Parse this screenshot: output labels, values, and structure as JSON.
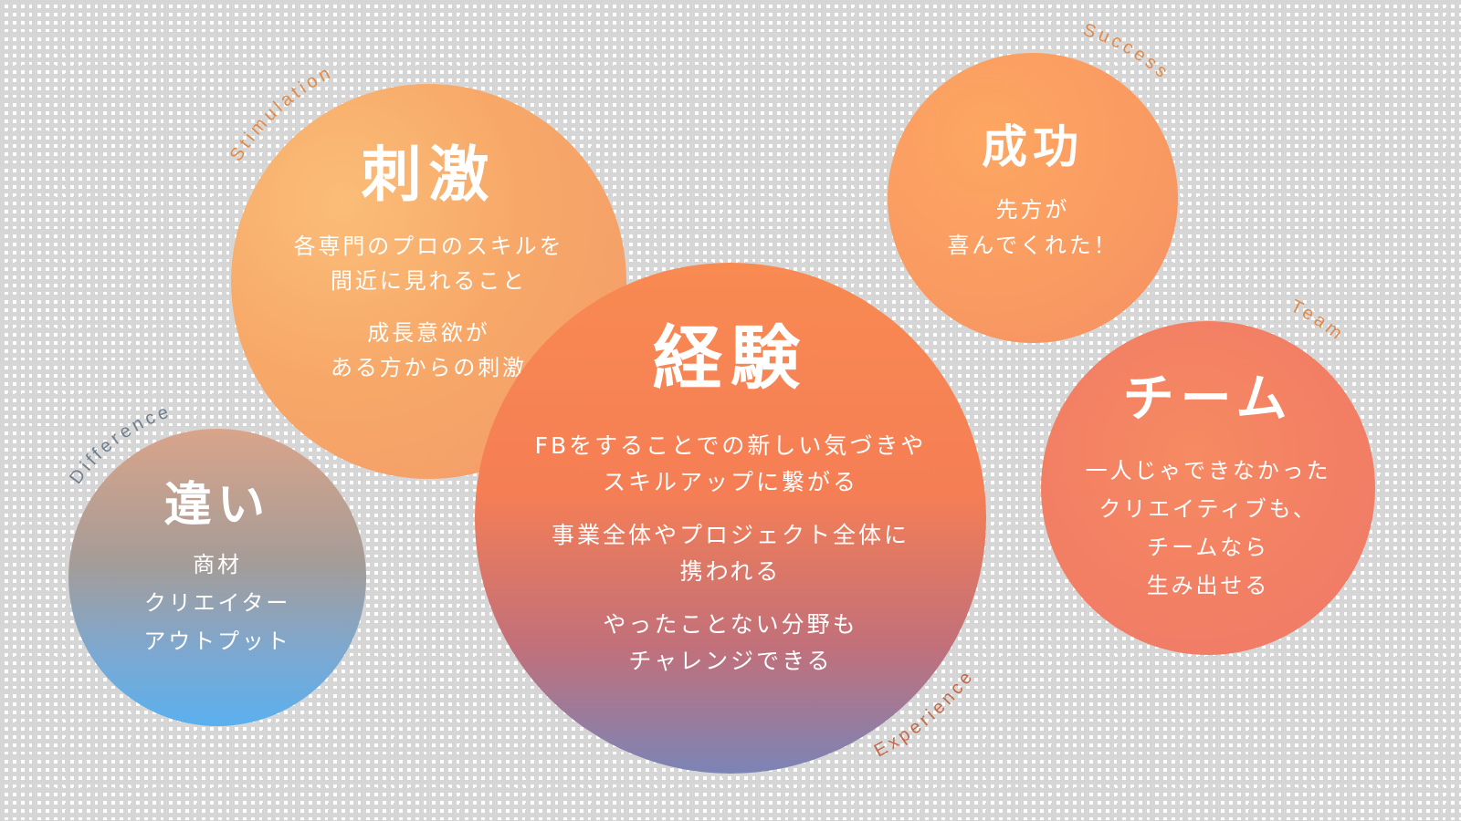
{
  "colors": {
    "orange_label": "#e08a4a",
    "blue_label": "#6f7f8f",
    "experience_label": "#c26a4a"
  },
  "circles": {
    "stimulation": {
      "label_en": "Stimulation",
      "title": "刺激",
      "paragraphs": [
        [
          "各専門のプロのスキルを",
          "間近に見れること"
        ],
        [
          "成長意欲が",
          "ある方からの刺激"
        ]
      ]
    },
    "experience": {
      "label_en": "Experience",
      "title": "経験",
      "paragraphs": [
        [
          "FBをすることでの新しい気づきや",
          "スキルアップに繋がる"
        ],
        [
          "事業全体やプロジェクト全体に",
          "携われる"
        ],
        [
          "やったことない分野も",
          "チャレンジできる"
        ]
      ]
    },
    "success": {
      "label_en": "Success",
      "title": "成功",
      "paragraphs": [
        [
          "先方が",
          "喜んでくれた！"
        ]
      ]
    },
    "team": {
      "label_en": "Team",
      "title": "チーム",
      "paragraphs": [
        [
          "一人じゃできなかった",
          "クリエイティブも、",
          "チームなら",
          "生み出せる"
        ]
      ]
    },
    "difference": {
      "label_en": "Difference",
      "title": "違い",
      "paragraphs": [
        [
          "商材",
          "クリエイター",
          "アウトプット"
        ]
      ]
    }
  }
}
